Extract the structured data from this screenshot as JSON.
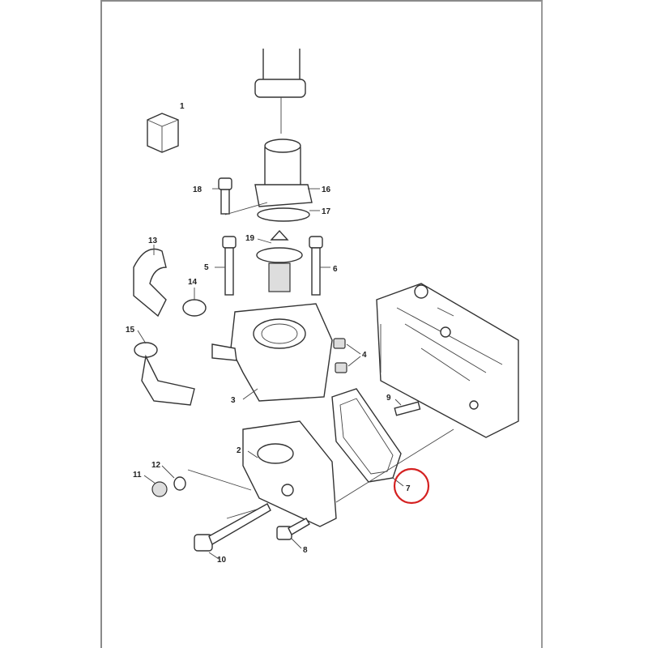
{
  "diagram": {
    "callouts": [
      "1",
      "2",
      "3",
      "4",
      "5",
      "6",
      "7",
      "8",
      "9",
      "10",
      "11",
      "12",
      "13",
      "14",
      "15",
      "16",
      "17",
      "18",
      "19"
    ],
    "highlighted_callout": "7",
    "highlight_color": "#d42020"
  }
}
